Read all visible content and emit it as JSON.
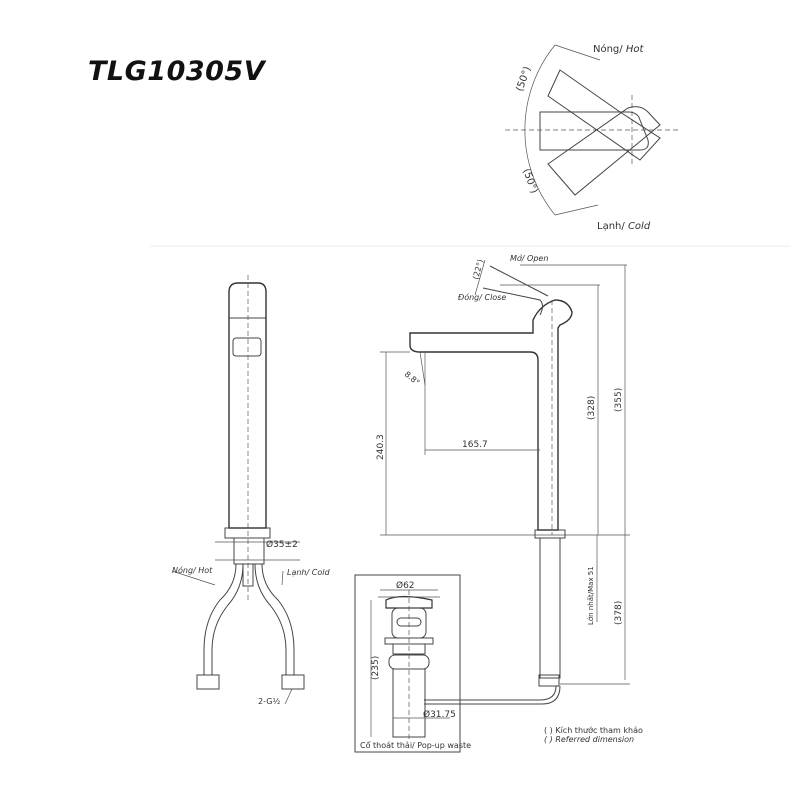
{
  "title": "TLG10305V",
  "top_view": {
    "hot_label": "Nóng/ ",
    "hot_en": "Hot",
    "cold_label": "Lạnh/ ",
    "cold_en": "Cold",
    "angle_hot": "(50°)",
    "angle_cold": "(50°)"
  },
  "front_view": {
    "diameter": "Ø35±2",
    "hot_label": "Nóng/ Hot",
    "cold_label": "Lạnh/ Cold",
    "thread": "2-G½"
  },
  "side_view": {
    "open_label": "Mở/ Open",
    "close_label": "Đóng/ Close",
    "lever_angle": "(22°)",
    "spout_angle": "8.8°",
    "spout_height": "240.3",
    "spout_reach": "165.7",
    "body_height": "(328)",
    "total_height": "(355)",
    "max_label": "Lớn nhất/Max 51",
    "below_height": "(378)"
  },
  "popup_waste": {
    "top_diameter": "Ø62",
    "height": "(235)",
    "pipe_diameter": "Ø31.75",
    "caption": "Cổ thoát thải/ Pop-up waste"
  },
  "notes": {
    "vi": "( ) Kích thước tham khảo",
    "en": "( ) Referred dimension"
  }
}
